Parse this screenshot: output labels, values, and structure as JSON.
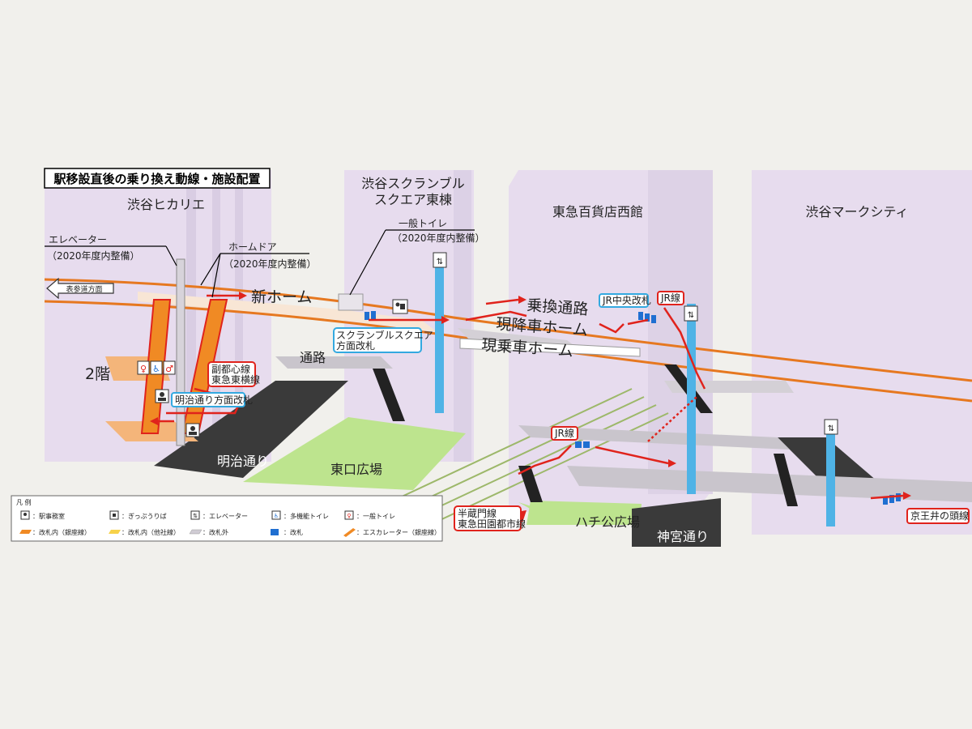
{
  "title": "駅移設直後の乗り換え動線・施設配置",
  "buildings": {
    "hikarie": "渋谷ヒカリエ",
    "scramble_1": "渋谷スクランブル",
    "scramble_2": "スクエア東棟",
    "tokyu_west": "東急百貨店西館",
    "mark_city": "渋谷マークシティ"
  },
  "callouts": {
    "elevator": "エレベーター",
    "elevator_note": "（2020年度内整備）",
    "home_door": "ホームドア",
    "home_door_note": "（2020年度内整備）",
    "toilet": "一般トイレ",
    "toilet_note": "（2020年度内整備）"
  },
  "areas": {
    "new_home": "新ホーム",
    "transfer_passage": "乗換通路",
    "current_alight": "現降車ホーム",
    "current_board": "現乗車ホーム",
    "passage": "通路",
    "floor2": "2階",
    "omotesando": "表参道方面",
    "meiji_street": "明治通り",
    "east_plaza": "東口広場",
    "hachiko": "ハチ公広場",
    "jingu_street": "神宮通り"
  },
  "gates": {
    "scramble_1": "スクランブルスクエア",
    "scramble_2": "方面改札",
    "meiji": "明治通り方面改札",
    "jr_central": "JR中央改札"
  },
  "lines": {
    "fukutoshin_1": "副都心線",
    "fukutoshin_2": "東急東横線",
    "jr_1": "JR線",
    "jr_2": "JR線",
    "hanzomon_1": "半蔵門線",
    "hanzomon_2": "東急田園都市線",
    "keio": "京王井の頭線"
  },
  "legend": {
    "title": "凡 例",
    "items": [
      {
        "icon": "station-office-icon",
        "label": "：駅事務室"
      },
      {
        "icon": "nursing-room-icon",
        "label": "：ぎっぷうりば"
      },
      {
        "icon": "elevator-icon",
        "label": "：エレベーター"
      },
      {
        "icon": "accessible-toilet-icon",
        "label": "：多機能トイレ"
      },
      {
        "icon": "toilet-icon",
        "label": "：一般トイレ"
      },
      {
        "icon": "ginza-paid-area-swatch",
        "label": "：改札内（銀座線）"
      },
      {
        "icon": "other-paid-area-swatch",
        "label": "：改札内（他社線）"
      },
      {
        "icon": "unpaid-area-swatch",
        "label": "：改札外"
      },
      {
        "icon": "ticket-gate-icon",
        "label": "：改札"
      },
      {
        "icon": "escalator-icon",
        "label": "：エスカレーター（銀座線）"
      }
    ]
  },
  "colors": {
    "route": "#e0231c",
    "ginza_orange": "#f08a24",
    "gate_blue": "#1f6fd1",
    "elevator_blue": "#4fb3e6",
    "building_lavender": "#e6dbed",
    "plaza_green": "#b8e08c",
    "road_dark": "#3a3a3a"
  }
}
